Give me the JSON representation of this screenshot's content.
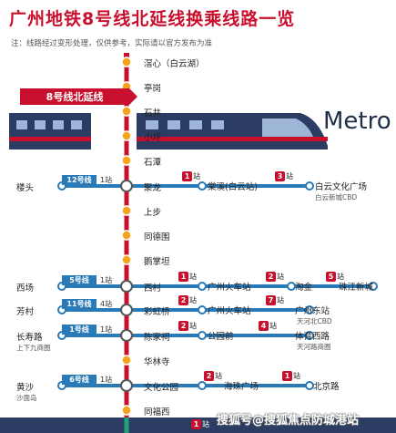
{
  "title": "广州地铁8号线北延线换乘线路一览",
  "subtitle": "注：线路经过变形处理，仅供参考，实际请以官方发布为准",
  "line_badge": "8号线北延线",
  "metro_logo": "Metro",
  "main_stations": [
    "滘心（白云湖）",
    "亭岗",
    "石井",
    "小坪",
    "石潭",
    "聚龙",
    "上步",
    "同德围",
    "鹅掌坦",
    "西村",
    "彩虹桥",
    "陈家祠",
    "华林寺",
    "文化公园",
    "同福西"
  ],
  "transfers": [
    {
      "left_station": "楼头",
      "left_sub": "",
      "line": "12号线",
      "count": "1站",
      "color": "#2a7ab8",
      "branches": [
        {
          "num": "1",
          "unit": "站",
          "station": "棠溪(白云站)",
          "sub": ""
        },
        {
          "num": "3",
          "unit": "站",
          "station": "白云文化广场",
          "sub": "白云新城CBD"
        }
      ]
    },
    {
      "left_station": "西场",
      "left_sub": "",
      "line": "5号线",
      "count": "1站",
      "color": "#2a7ab8",
      "branches": [
        {
          "num": "1",
          "unit": "站",
          "station": "广州火车站",
          "sub": ""
        },
        {
          "num": "2",
          "unit": "站",
          "station": "淘金",
          "sub": ""
        },
        {
          "num": "5",
          "unit": "站",
          "station": "珠江新城",
          "sub": ""
        }
      ]
    },
    {
      "left_station": "芳村",
      "left_sub": "",
      "line": "11号线",
      "count": "4站",
      "color": "#2a7ab8",
      "branches": [
        {
          "num": "2",
          "unit": "站",
          "station": "广州火车站",
          "sub": ""
        },
        {
          "num": "7",
          "unit": "站",
          "station": "广州东站",
          "sub": "天河北CBD"
        }
      ]
    },
    {
      "left_station": "长寿路",
      "left_sub": "上下九商圈",
      "line": "1号线",
      "count": "1站",
      "color": "#2a7ab8",
      "branches": [
        {
          "num": "2",
          "unit": "站",
          "station": "公园前",
          "sub": ""
        },
        {
          "num": "4",
          "unit": "站",
          "station": "体育西路",
          "sub": "天河路商圈"
        }
      ]
    },
    {
      "left_station": "黄沙",
      "left_sub": "沙面岛",
      "line": "6号线",
      "count": "1站",
      "color": "#2a7ab8",
      "branches": [
        {
          "num": "2",
          "unit": "站",
          "station": "海珠广场",
          "sub": ""
        },
        {
          "num": "1",
          "unit": "站",
          "station": "北京路",
          "sub": ""
        }
      ]
    }
  ],
  "bottom_badge": {
    "num": "1",
    "unit": "站"
  },
  "watermark": "搜狐号@搜狐焦点防城港站",
  "colors": {
    "line8": "#c8102e",
    "transfer": "#2a7ab8",
    "station_fill": "#f7a21b"
  }
}
